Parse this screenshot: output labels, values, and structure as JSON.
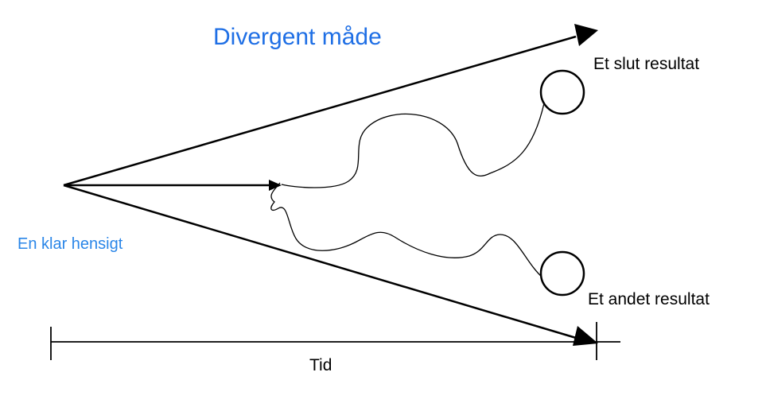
{
  "title": "Divergent måde",
  "labels": {
    "origin": "En klar hensigt",
    "result_one": "Et slut resultat",
    "result_two": "Et andet resultat",
    "time_axis": "Tid"
  },
  "colors": {
    "title": "#1f6fe5",
    "origin_label": "#2a86e8",
    "lines": "#000000"
  }
}
